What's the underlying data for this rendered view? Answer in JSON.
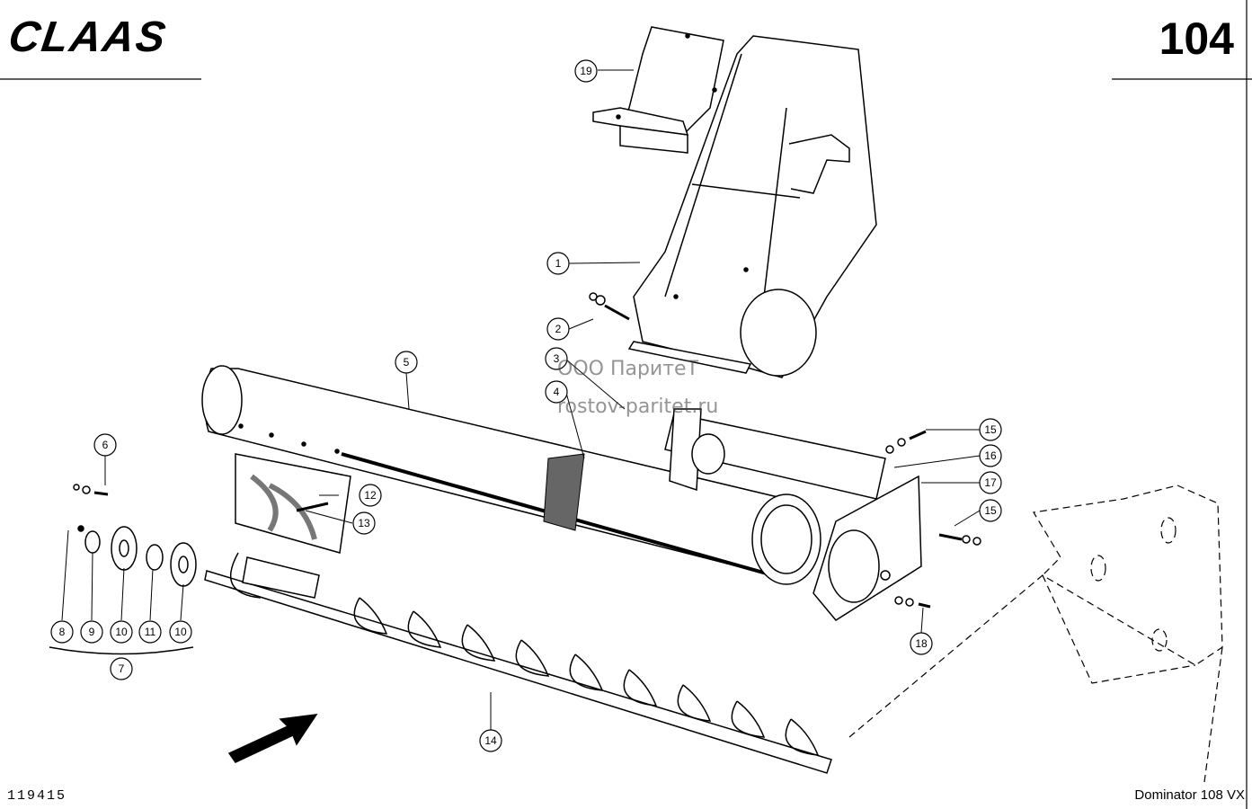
{
  "header": {
    "brand": "CLAAS",
    "page_number": "104"
  },
  "footer": {
    "reference": "119415",
    "model": "Dominator 108 VX"
  },
  "watermark": {
    "line1": "ООО ПаритеТ",
    "line2": "rostov-paritet.ru"
  },
  "callouts": {
    "c1": "1",
    "c2": "2",
    "c3": "3",
    "c4": "4",
    "c5": "5",
    "c6": "6",
    "c7": "7",
    "c8": "8",
    "c9": "9",
    "c10a": "10",
    "c10b": "10",
    "c11": "11",
    "c12": "12",
    "c13": "13",
    "c14": "14",
    "c15a": "15",
    "c15b": "15",
    "c16": "16",
    "c17": "17",
    "c18": "18",
    "c19": "19"
  }
}
